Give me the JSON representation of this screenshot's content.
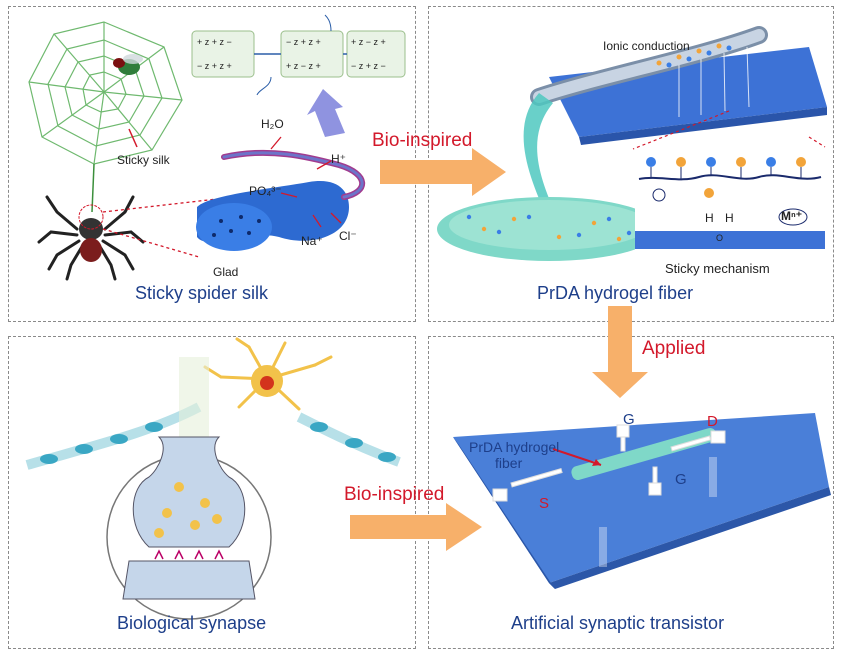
{
  "panels": {
    "spider": {
      "caption": "Sticky spider silk",
      "labels": {
        "sticky_silk": "Sticky silk",
        "glad": "Glad",
        "h2o": "H₂O",
        "h_plus": "H⁺",
        "po4": "PO₄³⁻",
        "na": "Na⁺",
        "cl": "Cl⁻"
      }
    },
    "fiber": {
      "caption": "PrDA hydrogel fiber",
      "labels": {
        "ionic_conduction": "Ionic conduction",
        "sticky_mechanism": "Sticky mechanism",
        "m_ion": "Mⁿ⁺",
        "h_left": "H",
        "h_right": "H",
        "o_label": "O"
      }
    },
    "synapse": {
      "caption": "Biological synapse"
    },
    "transistor": {
      "caption": "Artificial synaptic transistor",
      "labels": {
        "fiber_line1": "PrDA hydrogel",
        "fiber_line2": "fiber",
        "g_top": "G",
        "d": "D",
        "s": "S",
        "g_bottom": "G"
      }
    }
  },
  "arrows": {
    "top": "Bio-inspired",
    "right": "Applied",
    "bottom": "Bio-inspired"
  },
  "colors": {
    "caption": "#1e3f8a",
    "arrow_label": "#d3192b",
    "arrow_fill": "#f7b06a",
    "substrate_blue": "#4a7fd8",
    "hydrogel_teal": "#4fc8c0",
    "neuron_orange": "#f2c24a"
  }
}
